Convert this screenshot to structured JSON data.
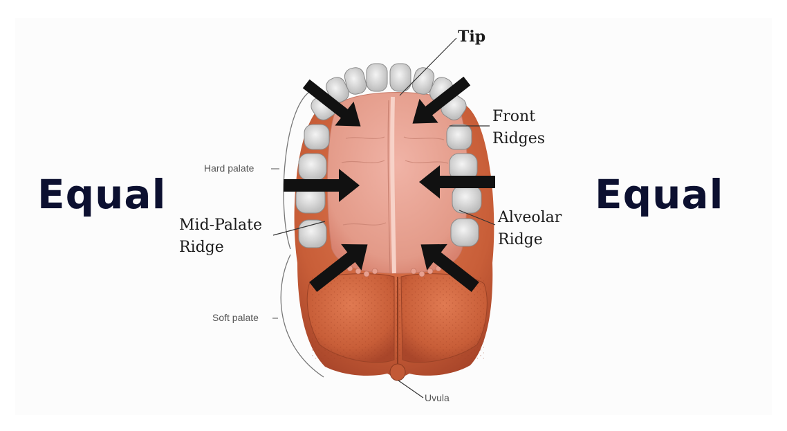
{
  "side_words": {
    "left": "Equal",
    "right": "Equal"
  },
  "labels": {
    "tip": "Tip",
    "front_ridges": "Front\nRidges",
    "alveolar_ridge": "Alveolar\nRidge",
    "mid_palate_ridge": "Mid-Palate\nRidge",
    "hard_palate": "Hard palate",
    "soft_palate": "Soft palate",
    "uvula": "Uvula"
  },
  "colors": {
    "heading": "#0c1030",
    "arrow": "#111111",
    "palate": "#e39a88",
    "soft_tissue": "#c8613c",
    "teeth": "#d7d7d7"
  },
  "arrows": {
    "count": 6,
    "direction": "pointing inward toward the center of the palate"
  }
}
